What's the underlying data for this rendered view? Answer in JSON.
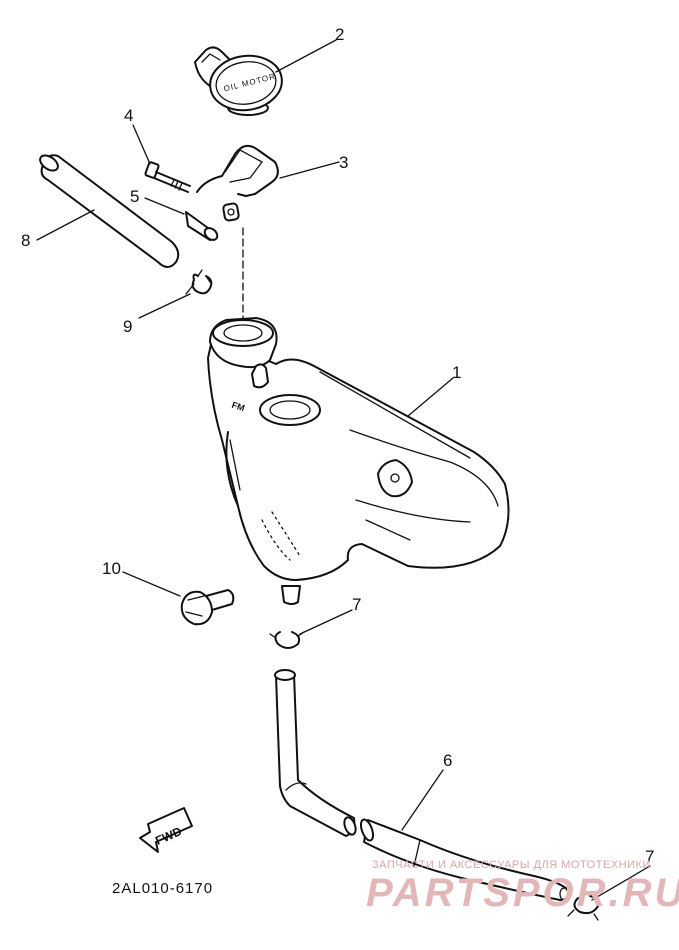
{
  "parts": [
    {
      "number": "1"
    },
    {
      "number": "2"
    },
    {
      "number": "3"
    },
    {
      "number": "4"
    },
    {
      "number": "5"
    },
    {
      "number": "6"
    },
    {
      "number": "7"
    },
    {
      "number": "7"
    },
    {
      "number": "8"
    },
    {
      "number": "9"
    },
    {
      "number": "10"
    }
  ],
  "cap_text": "OIL MOTOR",
  "tank_mark": "FM",
  "direction_label": "FWD",
  "diagram_code": "2AL010-6170",
  "watermark": {
    "caption": "ЗАПЧАСТИ И АКСЕССУАРЫ ДЛЯ МОТОТЕХНИКИ",
    "logo": "PARTSPOR.RU"
  },
  "colors": {
    "line": "#111111",
    "watermark": "#e3b7b7"
  }
}
